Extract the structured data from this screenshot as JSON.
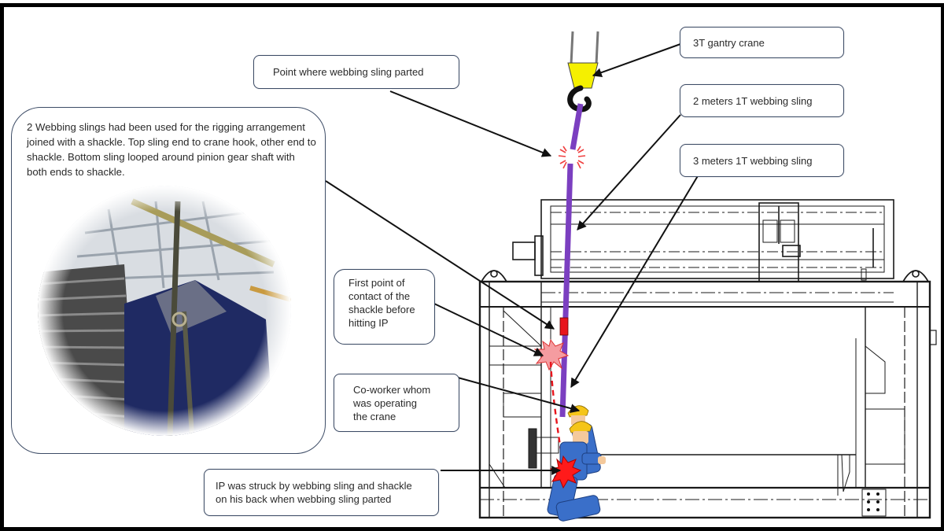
{
  "callouts": {
    "gantry_crane": "3T gantry crane",
    "sling_parted_point": "Point where webbing sling parted",
    "sling_2m": "2 meters 1T webbing sling",
    "sling_3m": "3 meters 1T webbing sling",
    "rigging_description": "2 Webbing slings had been used for the rigging arrangement joined with a shackle. Top sling end to crane hook, other end to shackle. Bottom sling looped around pinion gear shaft with both ends to shackle.",
    "first_contact_lines": [
      "First point of",
      "contact of the",
      "shackle before",
      "hitting IP"
    ],
    "coworker_lines": [
      "Co-worker whom",
      "was operating",
      "the crane"
    ],
    "ip_struck_lines": [
      "IP was struck by webbing sling and shackle",
      "on his back when webbing sling parted"
    ]
  },
  "colors": {
    "sling": "#7b3fc0",
    "crane_block": "#f5f000",
    "shackle": "#e8141c",
    "impact": "#ff1a1a",
    "impact_light": "#f59ca0",
    "worker_body": "#3a6fc9",
    "helmet": "#f5c518",
    "skin": "#f4c99c",
    "callout_border": "#3d4c66"
  },
  "icons": {
    "crane_hook": "crane-hook-icon",
    "break_burst": "sling-break-burst-icon",
    "impact_burst": "impact-burst-icon",
    "worker": "worker-figure-icon"
  }
}
